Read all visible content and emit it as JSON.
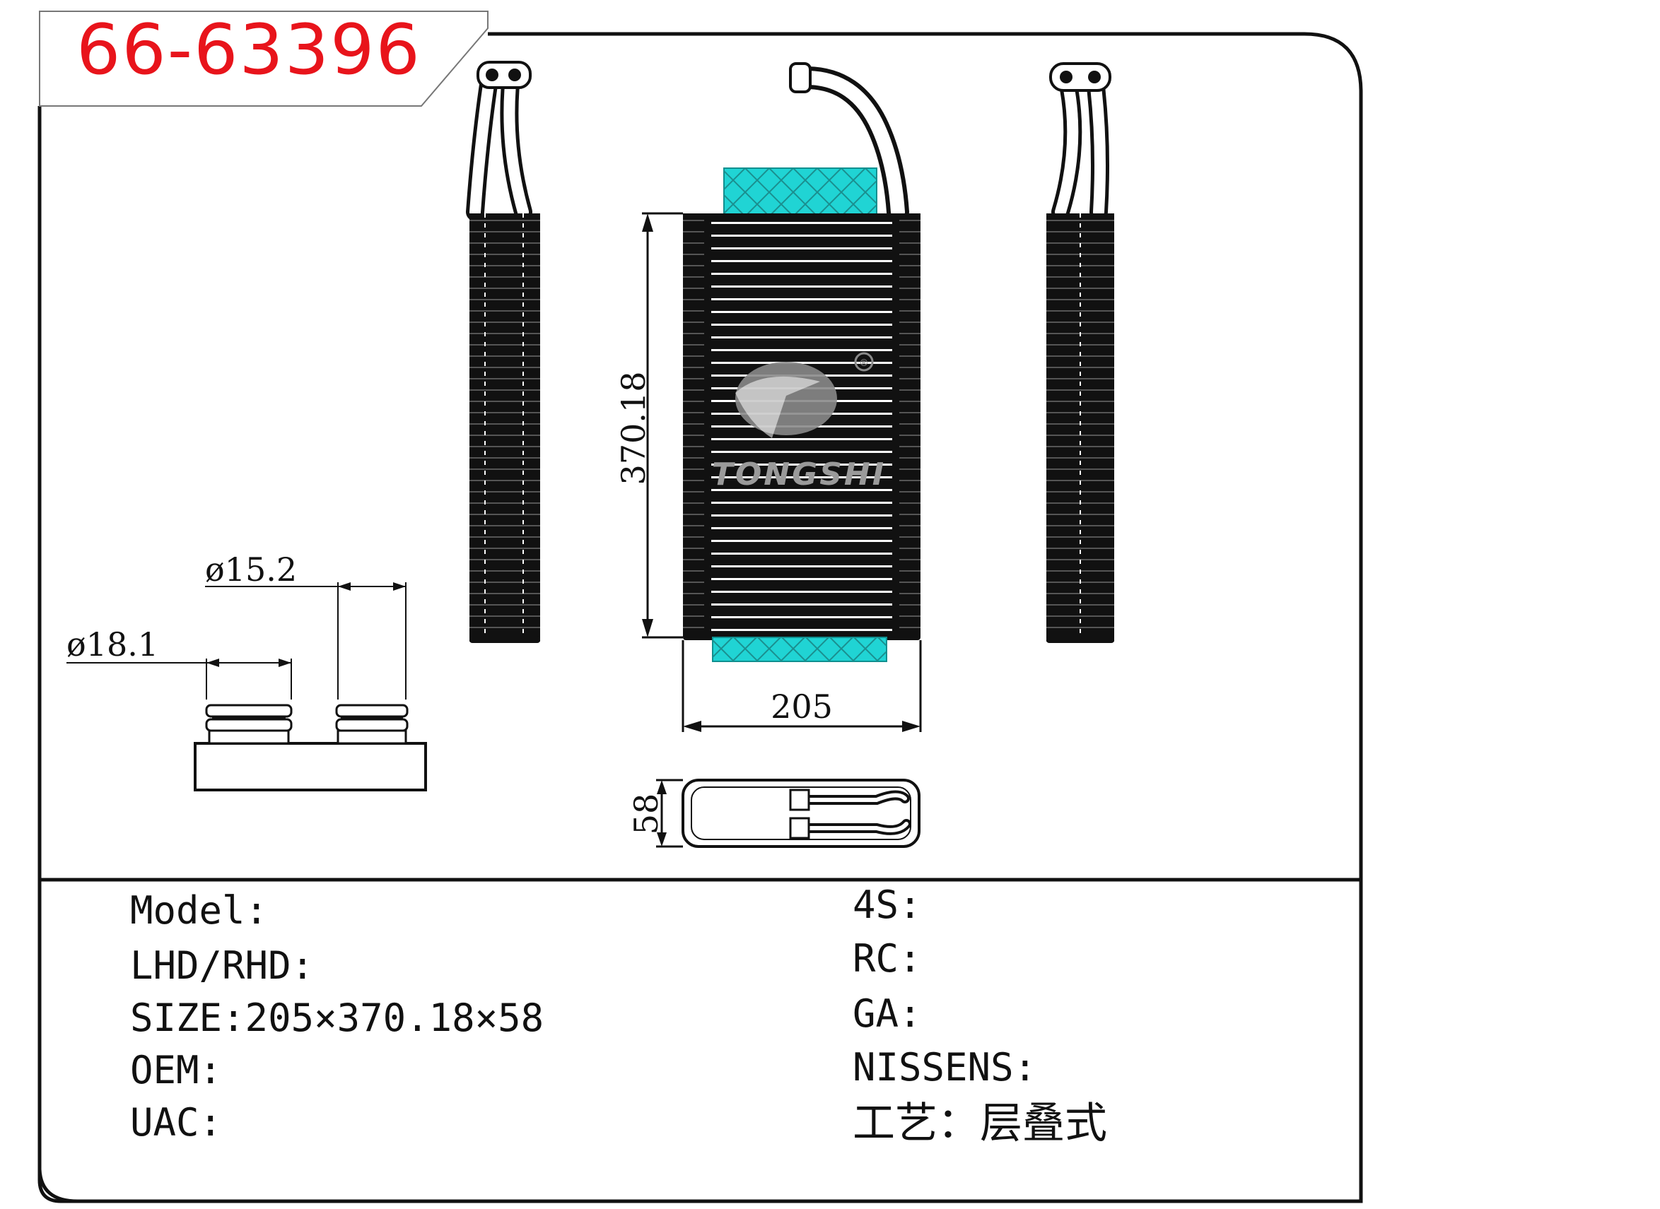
{
  "header": {
    "part_number": "66-63396"
  },
  "drawing": {
    "dim_height": "370.18",
    "dim_width": "205",
    "dim_depth": "58",
    "dim_pipe_small": "ø15.2",
    "dim_pipe_large": "ø18.1",
    "brand": "TONGSHI",
    "registered_mark": "®"
  },
  "specs_left": [
    {
      "label": "Model:"
    },
    {
      "label": "LHD/RHD:"
    },
    {
      "label": "SIZE:205×370.18×58"
    },
    {
      "label": "OEM:"
    },
    {
      "label": "UAC:"
    }
  ],
  "specs_right": [
    {
      "label": "4S:"
    },
    {
      "label": "RC:"
    },
    {
      "label": "GA:"
    },
    {
      "label": "NISSENS:"
    },
    {
      "label": "工艺：层叠式"
    }
  ],
  "colors": {
    "part_number": "#e8141b",
    "foam": "#20d4d4",
    "ink": "#111111"
  }
}
